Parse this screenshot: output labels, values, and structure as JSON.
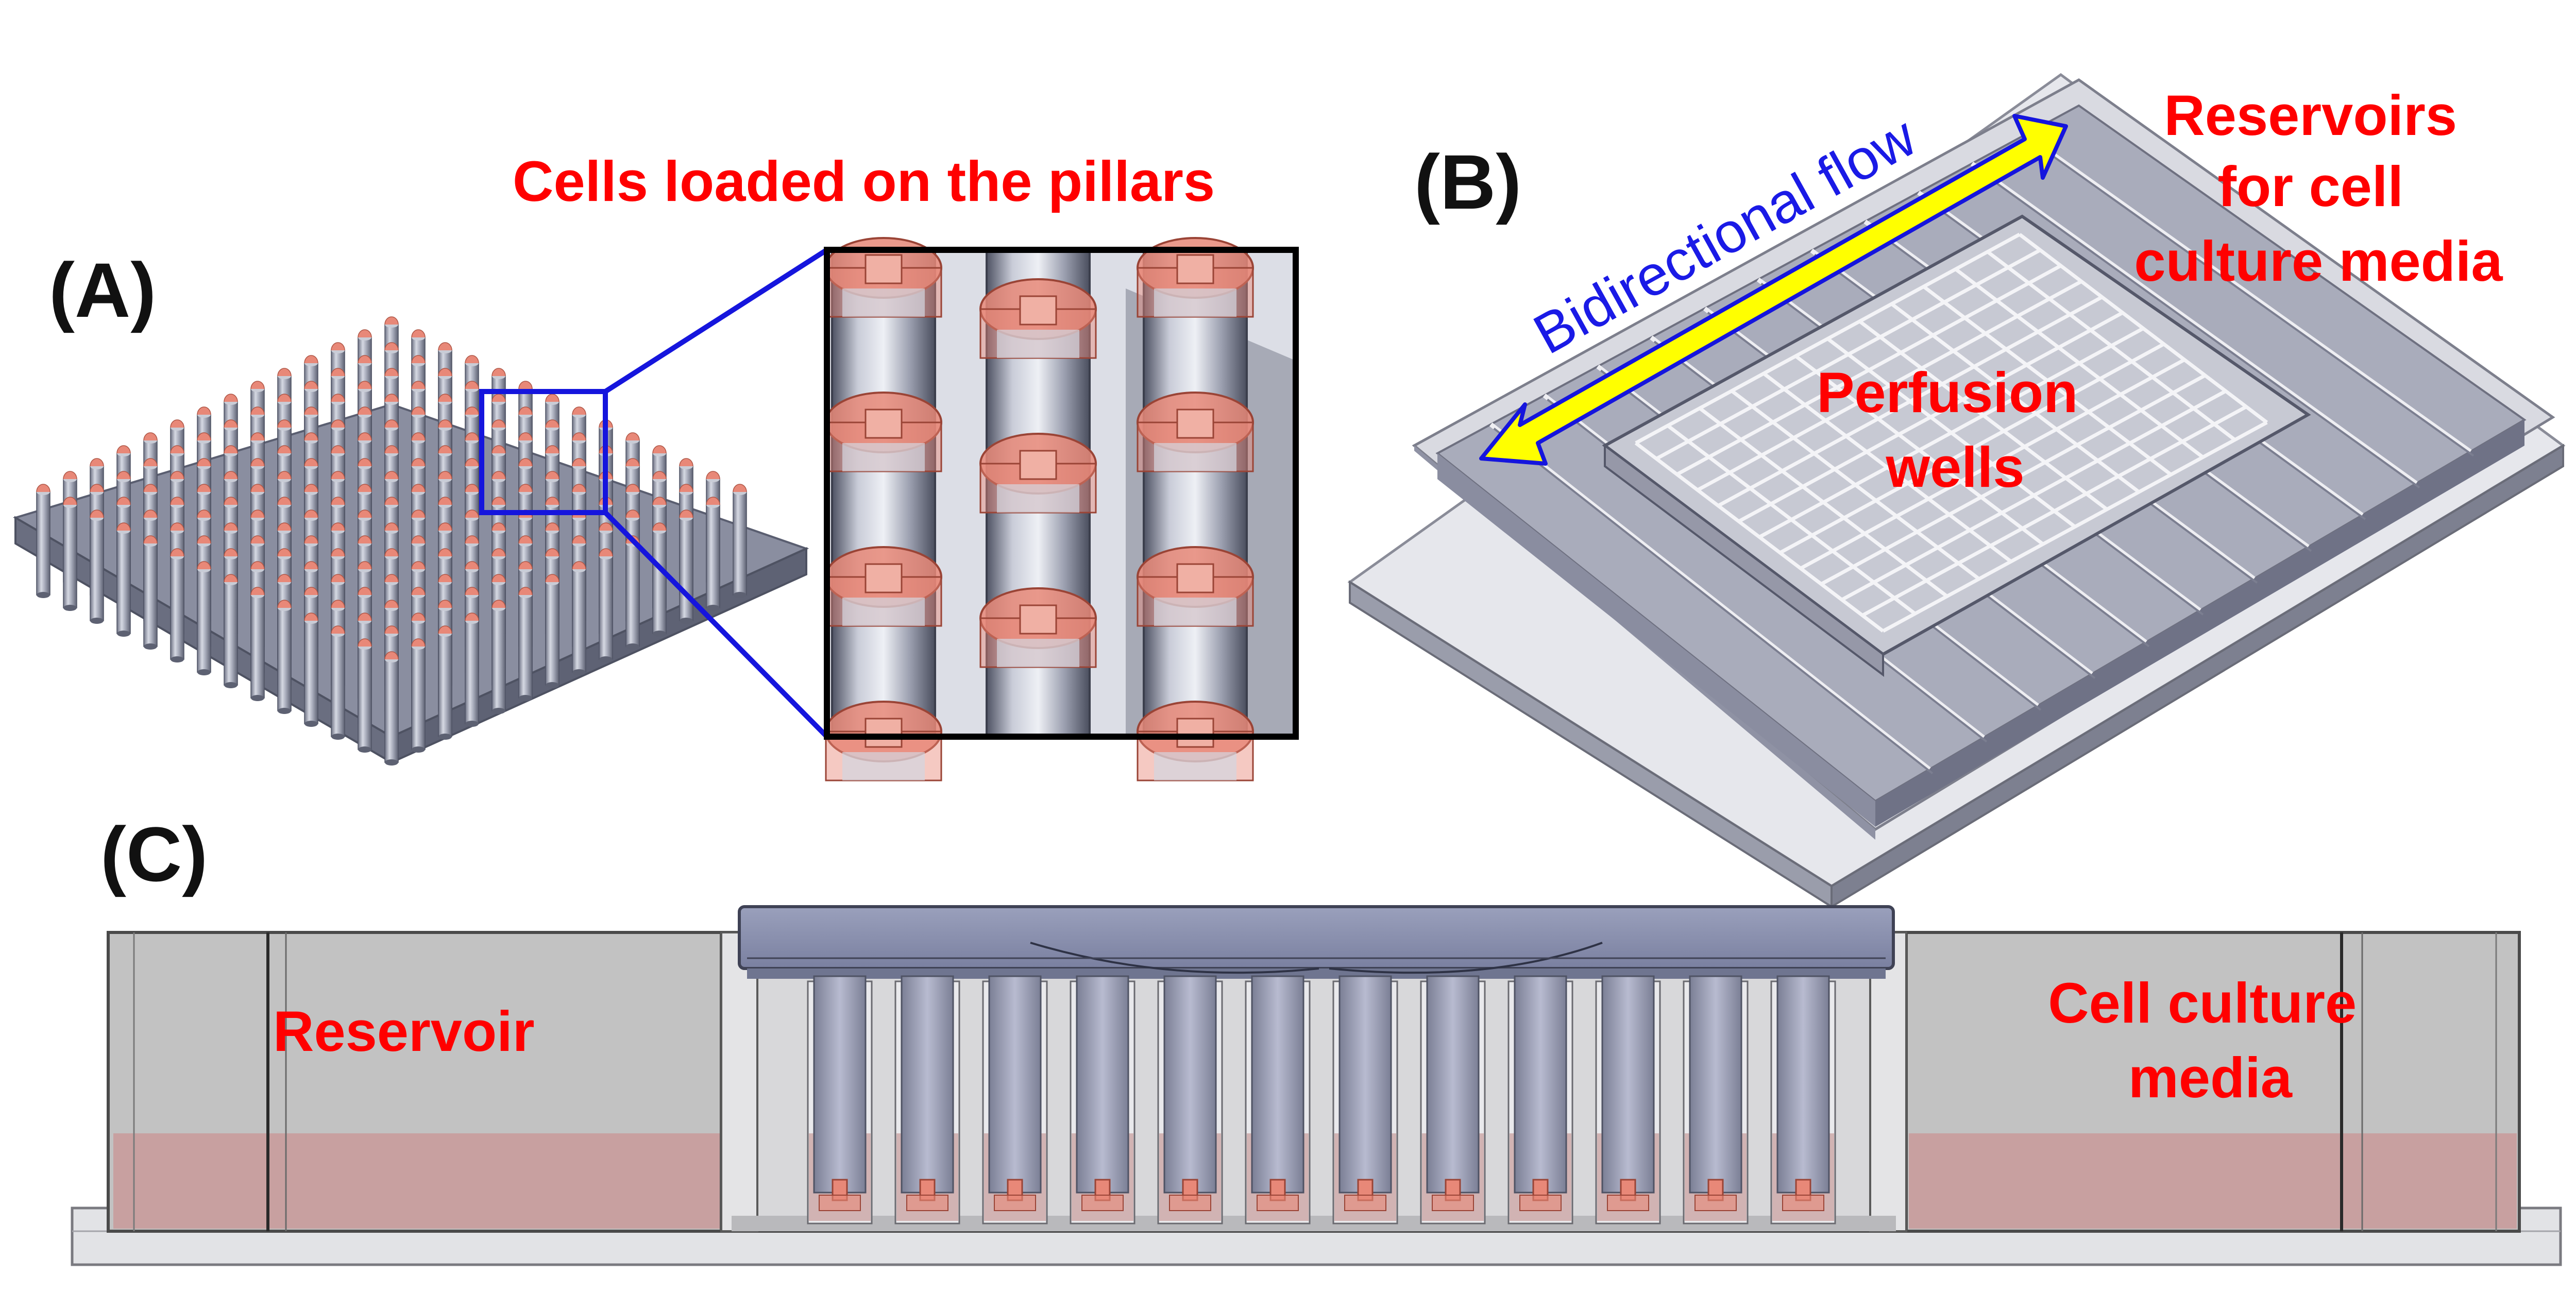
{
  "panels": {
    "a": {
      "label": "(A)",
      "callout": "Cells loaded on the pillars",
      "pillar_grid": {
        "rows": 14,
        "cols": 14
      }
    },
    "b": {
      "label": "(B)",
      "flow_label": "Bidirectional flow",
      "reservoir_label_lines": [
        "Reservoirs",
        "for cell",
        "culture media"
      ],
      "wells_label_lines": [
        "Perfusion",
        "wells"
      ]
    },
    "c": {
      "label": "(C)",
      "left_label": "Reservoir",
      "right_label_lines": [
        "Cell culture",
        "media"
      ],
      "pillar_count": 12
    }
  },
  "colors": {
    "cell": "#e88878",
    "pillar": "#a4a8b8",
    "plate": "#b8bcc8",
    "callout_line": "#1515dd",
    "arrow": "#ffff00",
    "media": "#c8a0a0",
    "reservoir_fill": "#c2c2c2",
    "label_red": "#ff0000",
    "flow_text": "#1a1ae6"
  },
  "icons": {
    "flow_arrow": "double-headed-arrow-icon"
  }
}
